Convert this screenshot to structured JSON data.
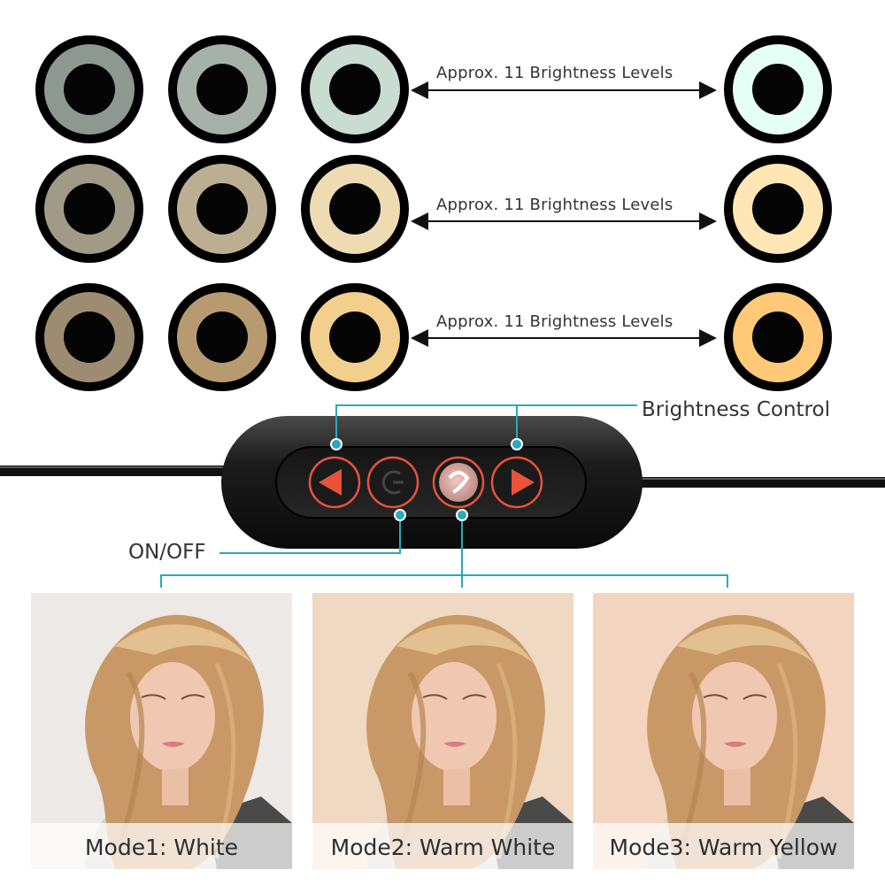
{
  "brightness_rows": [
    {
      "label": "Approx. 11 Brightness Levels",
      "mode": "White",
      "levels": [
        "#8d9891",
        "#a6b1a9",
        "#c8dcd2",
        "#e6fff6"
      ]
    },
    {
      "label": "Approx. 11 Brightness Levels",
      "mode": "Warm White",
      "levels": [
        "#a19a87",
        "#bcae92",
        "#eedbb2",
        "#ffe6b4"
      ]
    },
    {
      "label": "Approx. 11 Brightness Levels",
      "mode": "Warm Yellow",
      "levels": [
        "#9e8c72",
        "#b89a70",
        "#f2cf8c",
        "#ffc977"
      ]
    }
  ],
  "controller": {
    "brightness_control_label": "Brightness Control",
    "on_off_label": "ON/OFF",
    "accent_color": "#e8533a",
    "line_color": "#2aa8bd"
  },
  "modes": [
    {
      "caption": "Mode1: White",
      "tone": "#ede9e6"
    },
    {
      "caption": "Mode2: Warm White",
      "tone": "#efd9c2"
    },
    {
      "caption": "Mode3: Warm Yellow",
      "tone": "#f2d4bf"
    }
  ]
}
